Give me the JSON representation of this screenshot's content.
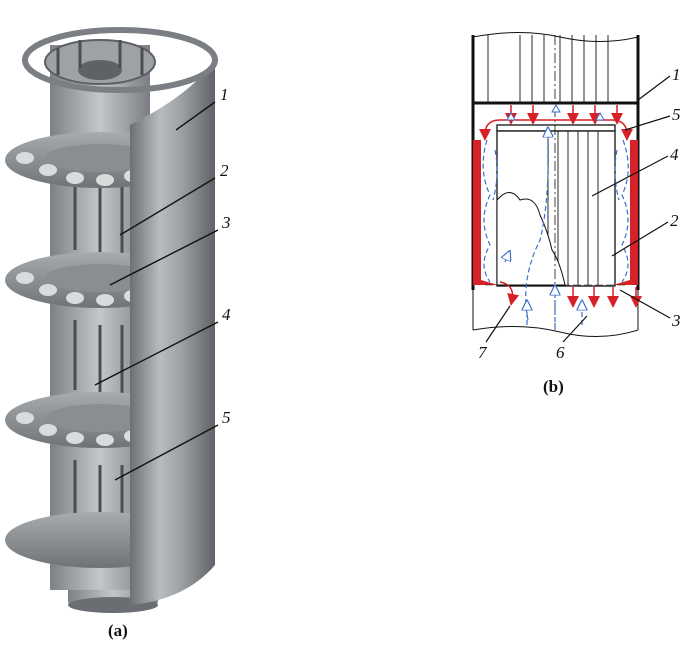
{
  "figure_a": {
    "caption": "(a)",
    "callouts": [
      "1",
      "2",
      "3",
      "4",
      "5"
    ]
  },
  "figure_b": {
    "caption": "(b)",
    "callouts": [
      "1",
      "5",
      "4",
      "2",
      "3",
      "6",
      "7"
    ]
  },
  "colors": {
    "metal": "#8e9296",
    "solid_flow": "#d62128",
    "dashed_flow": "#3a70c8",
    "insulation": "#d62128"
  }
}
